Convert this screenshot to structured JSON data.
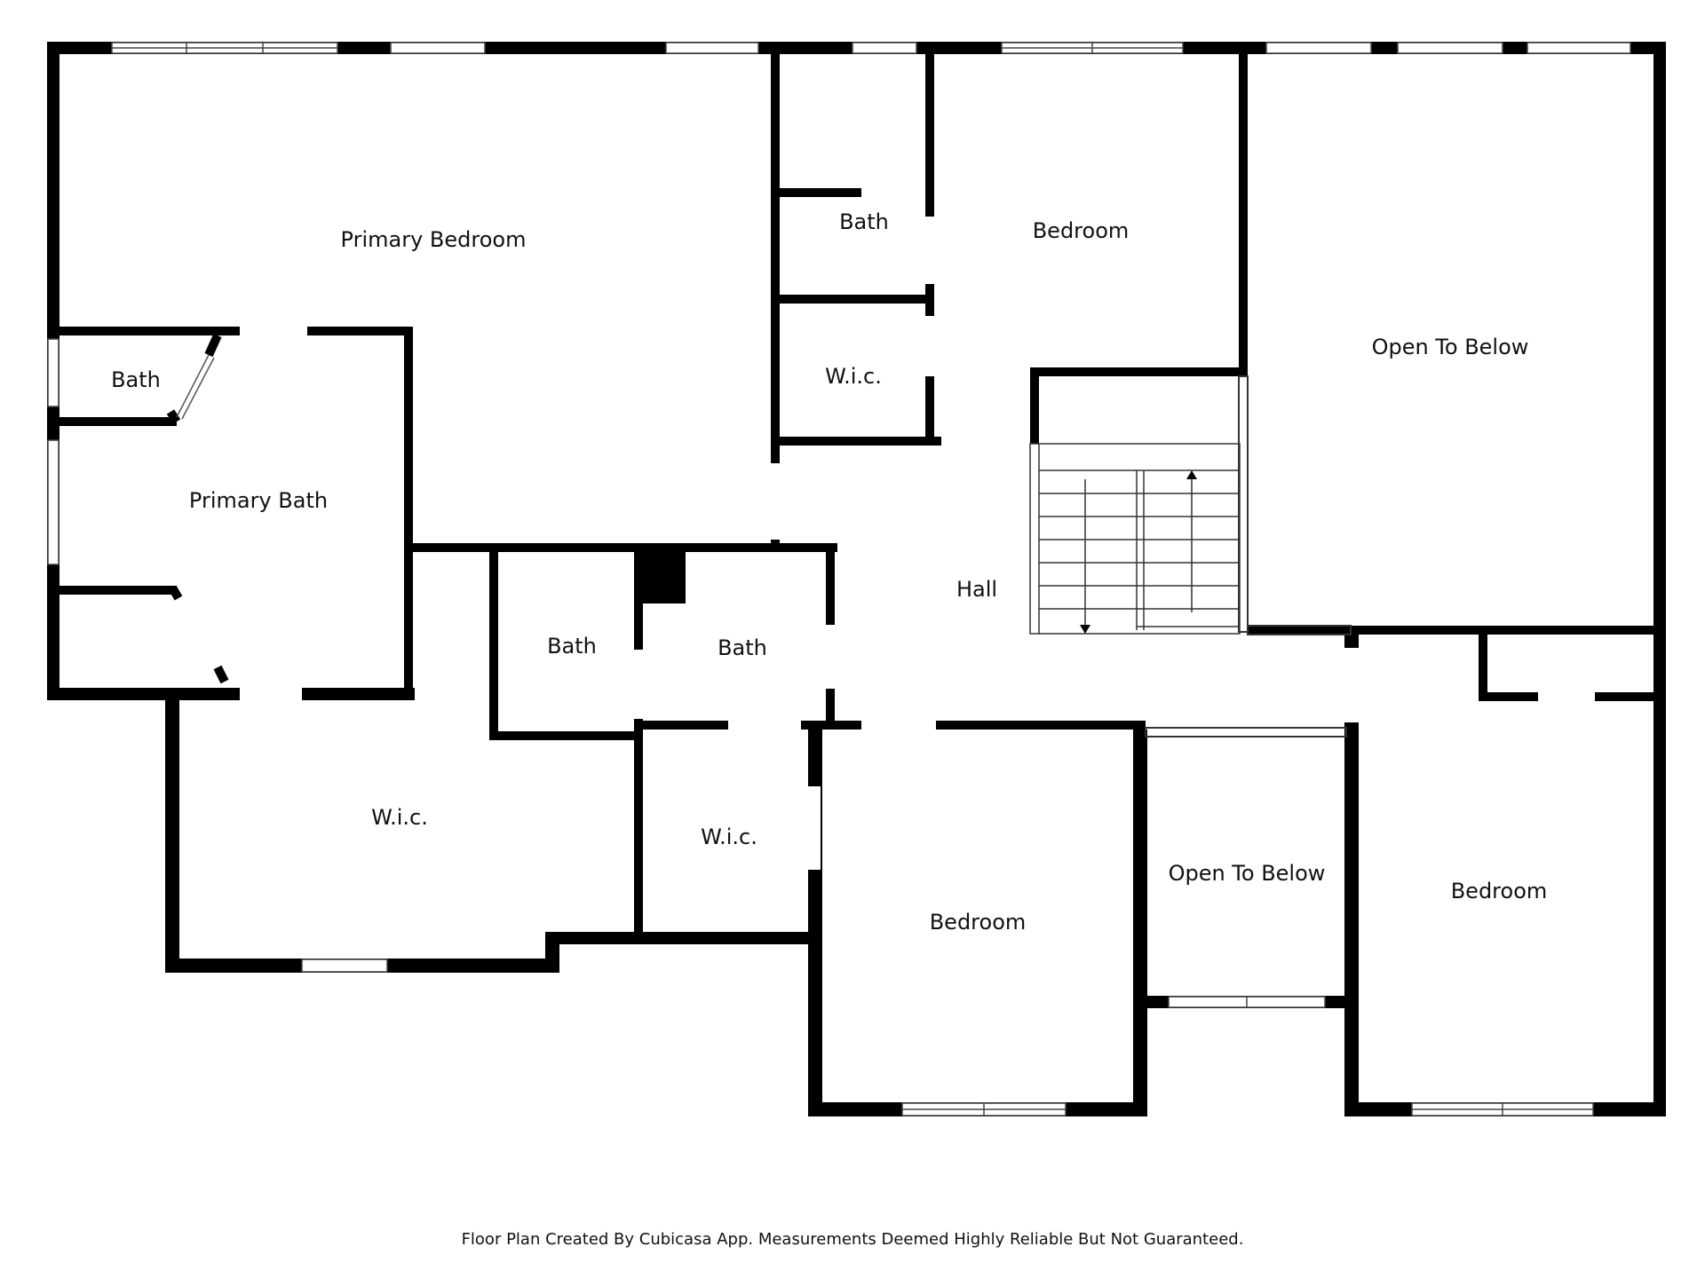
{
  "colors": {
    "wall": "#000000",
    "background": "#ffffff",
    "window_fill": "#ffffff",
    "window_line": "#444444"
  },
  "rooms": {
    "primary_bedroom": "Primary Bedroom",
    "bath_top": "Bath",
    "bedroom_top": "Bedroom",
    "open_to_below_top": "Open To Below",
    "bath_left": "Bath",
    "wic_top": "W.i.c.",
    "primary_bath": "Primary Bath",
    "hall": "Hall",
    "bath_mid_left": "Bath",
    "bath_mid": "Bath",
    "wic_left": "W.i.c.",
    "wic_mid": "W.i.c.",
    "open_to_below_bottom": "Open To Below",
    "bedroom_bottom_mid": "Bedroom",
    "bedroom_bottom_right": "Bedroom"
  },
  "footer": {
    "note": "Floor Plan Created By Cubicasa App. Measurements Deemed Highly Reliable But Not Guaranteed."
  }
}
